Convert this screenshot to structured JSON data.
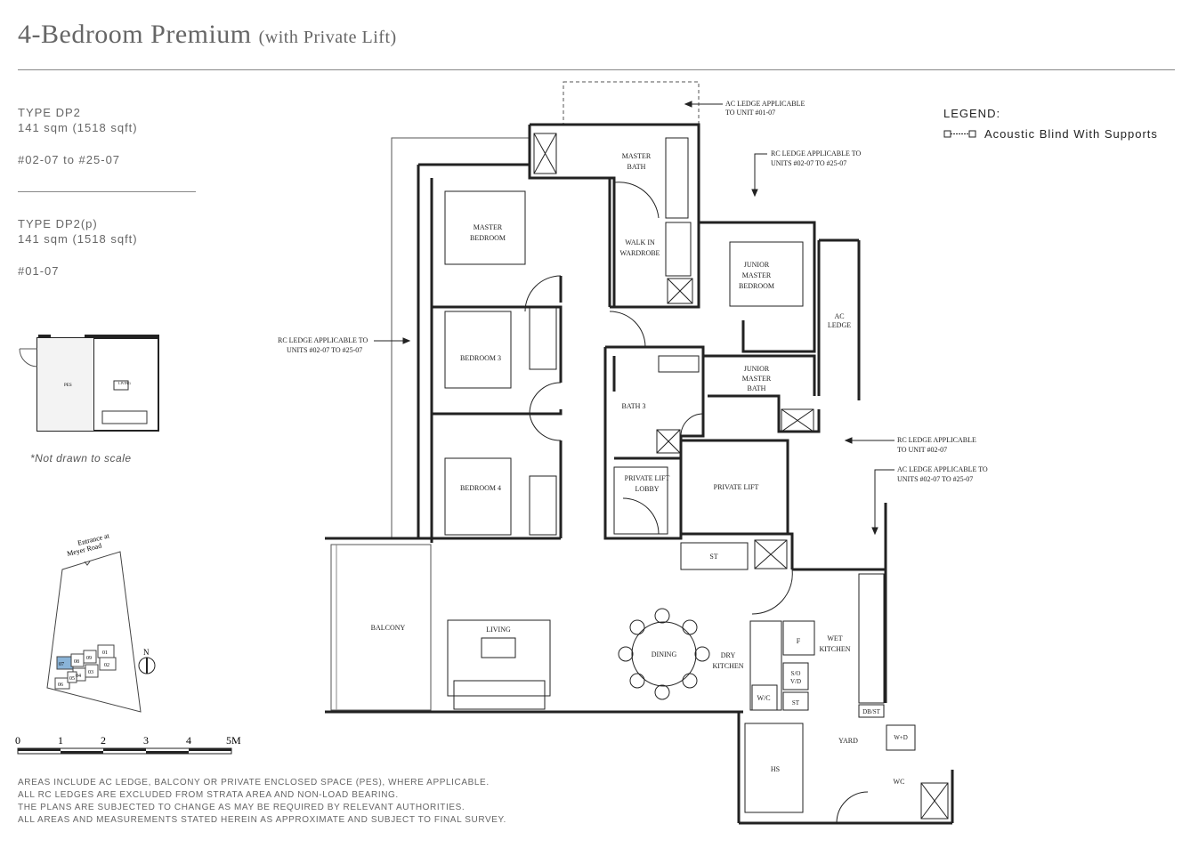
{
  "title": {
    "main": "4-Bedroom Premium",
    "sub": "(with Private Lift)"
  },
  "types": [
    {
      "name": "TYPE DP2",
      "area": "141 sqm (1518 sqft)",
      "units": "#02-07 to #25-07"
    },
    {
      "name": "TYPE DP2(p)",
      "area": "141 sqm (1518 sqft)",
      "units": "#01-07"
    }
  ],
  "legend": {
    "heading": "LEGEND:",
    "item": "Acoustic Blind With Supports"
  },
  "note": "*Not drawn to scale",
  "keyplan": {
    "entrance": [
      "Entrance at",
      "Meyer Road"
    ],
    "north": "N",
    "blocks": [
      "07",
      "08",
      "09",
      "01",
      "02",
      "03",
      "04",
      "05",
      "06"
    ]
  },
  "mini_plan": {
    "pes": "PES",
    "living": "LIVING"
  },
  "scale": {
    "labels": [
      "0",
      "1",
      "2",
      "3",
      "4",
      "5M"
    ]
  },
  "rooms": {
    "master_bedroom": [
      "MASTER",
      "BEDROOM"
    ],
    "master_bath": [
      "MASTER",
      "BATH"
    ],
    "walkin": [
      "WALK IN",
      "WARDROBE"
    ],
    "junior_master": [
      "JUNIOR",
      "MASTER",
      "BEDROOM"
    ],
    "junior_bath": [
      "JUNIOR",
      "MASTER",
      "BATH"
    ],
    "ac_ledge": [
      "AC",
      "LEDGE"
    ],
    "bedroom3": "BEDROOM 3",
    "bedroom4": "BEDROOM 4",
    "bath3": "BATH 3",
    "private_lift_lobby": [
      "PRIVATE LIFT",
      "LOBBY"
    ],
    "private_lift": "PRIVATE LIFT",
    "st": "ST",
    "balcony": "BALCONY",
    "living": "LIVING",
    "dining": "DINING",
    "dry_kitchen": [
      "DRY",
      "KITCHEN"
    ],
    "wet_kitchen": [
      "WET",
      "KITCHEN"
    ],
    "fridge": "F",
    "svd": [
      "S/O",
      "V/D"
    ],
    "wc_small": "W/C",
    "st2": "ST",
    "dbst": "DB/ST",
    "yard": "YARD",
    "wd": "W+D",
    "wc": "WC",
    "hs": "HS"
  },
  "annotations": {
    "ac_ledge_01": [
      "AC LEDGE APPLICABLE",
      "TO UNIT #01-07"
    ],
    "rc_ledge_top": [
      "RC LEDGE APPLICABLE TO",
      "UNITS #02-07 TO #25-07"
    ],
    "rc_ledge_left": [
      "RC LEDGE APPLICABLE TO",
      "UNITS #02-07 TO #25-07"
    ],
    "rc_ledge_right": [
      "RC LEDGE APPLICABLE",
      "TO UNIT #02-07"
    ],
    "ac_ledge_right": [
      "AC LEDGE APPLICABLE TO",
      "UNITS #02-07 TO #25-07"
    ]
  },
  "footer": [
    "AREAS INCLUDE AC LEDGE, BALCONY OR PRIVATE ENCLOSED SPACE (PES), WHERE APPLICABLE.",
    "ALL RC LEDGES ARE EXCLUDED FROM STRATA AREA AND NON-LOAD BEARING.",
    "THE PLANS ARE SUBJECTED TO CHANGE AS MAY BE REQUIRED BY RELEVANT AUTHORITIES.",
    "ALL AREAS AND MEASUREMENTS STATED HEREIN AS APPROXIMATE AND SUBJECT TO FINAL SURVEY."
  ]
}
